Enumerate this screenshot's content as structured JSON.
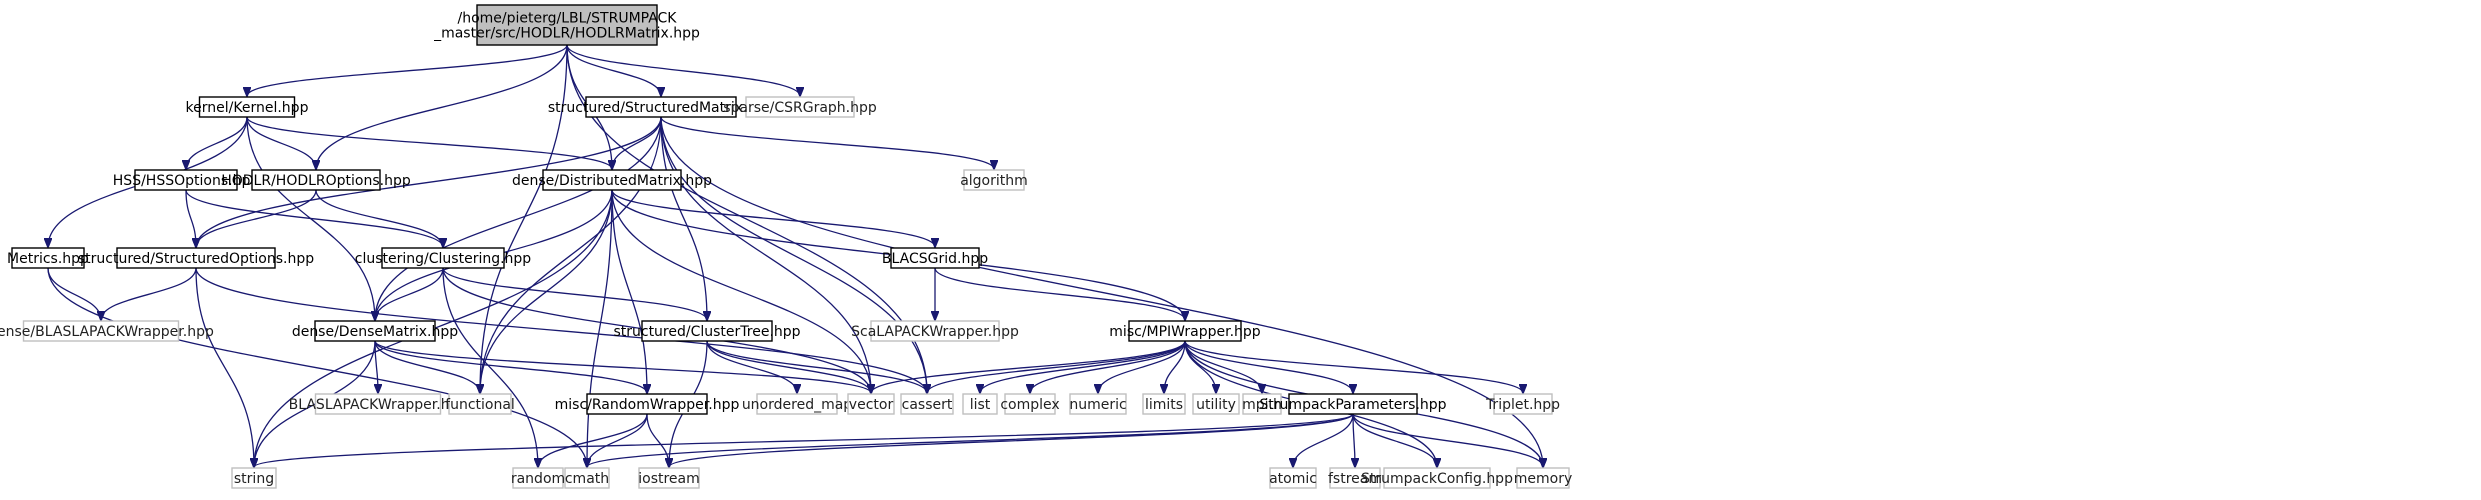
{
  "colors": {
    "edge": "#191970",
    "root_fill": "#bfbfbf",
    "ext_border": "#bfbfbf",
    "border": "#000000"
  },
  "nodes": [
    {
      "id": "root",
      "lines": [
        "/home/pieterg/LBL/STRUMPACK",
        "_master/src/HODLR/HODLRMatrix.hpp"
      ],
      "kind": "root"
    },
    {
      "id": "kernel",
      "lines": [
        "kernel/Kernel.hpp"
      ],
      "kind": "file"
    },
    {
      "id": "structured",
      "lines": [
        "structured/StructuredMatrix.hpp"
      ],
      "kind": "file"
    },
    {
      "id": "csrgraph",
      "lines": [
        "sparse/CSRGraph.hpp"
      ],
      "kind": "ext"
    },
    {
      "id": "metrics",
      "lines": [
        "Metrics.hpp"
      ],
      "kind": "file"
    },
    {
      "id": "hssopt",
      "lines": [
        "HSS/HSSOptions.hpp"
      ],
      "kind": "file"
    },
    {
      "id": "hodlropt",
      "lines": [
        "HODLR/HODLROptions.hpp"
      ],
      "kind": "file"
    },
    {
      "id": "distmat",
      "lines": [
        "dense/DistributedMatrix.hpp"
      ],
      "kind": "file"
    },
    {
      "id": "algorithm",
      "lines": [
        "algorithm"
      ],
      "kind": "ext"
    },
    {
      "id": "structopt",
      "lines": [
        "structured/StructuredOptions.hpp"
      ],
      "kind": "file"
    },
    {
      "id": "clustering",
      "lines": [
        "clustering/Clustering.hpp"
      ],
      "kind": "file"
    },
    {
      "id": "blacsgrid",
      "lines": [
        "BLACSGrid.hpp"
      ],
      "kind": "file"
    },
    {
      "id": "blaslapackdense",
      "lines": [
        "dense/BLASLAPACKWrapper.hpp"
      ],
      "kind": "ext"
    },
    {
      "id": "densemat",
      "lines": [
        "dense/DenseMatrix.hpp"
      ],
      "kind": "file"
    },
    {
      "id": "clustertree",
      "lines": [
        "structured/ClusterTree.hpp"
      ],
      "kind": "file"
    },
    {
      "id": "scalapack",
      "lines": [
        "ScaLAPACKWrapper.hpp"
      ],
      "kind": "ext"
    },
    {
      "id": "mpiwrapper",
      "lines": [
        "misc/MPIWrapper.hpp"
      ],
      "kind": "file"
    },
    {
      "id": "blaslapack",
      "lines": [
        "BLASLAPACKWrapper.hpp"
      ],
      "kind": "ext"
    },
    {
      "id": "functional",
      "lines": [
        "functional"
      ],
      "kind": "ext"
    },
    {
      "id": "randomwrapper",
      "lines": [
        "misc/RandomWrapper.hpp"
      ],
      "kind": "file"
    },
    {
      "id": "unordered_map",
      "lines": [
        "unordered_map"
      ],
      "kind": "ext"
    },
    {
      "id": "vector",
      "lines": [
        "vector"
      ],
      "kind": "ext"
    },
    {
      "id": "cassert",
      "lines": [
        "cassert"
      ],
      "kind": "ext"
    },
    {
      "id": "list",
      "lines": [
        "list"
      ],
      "kind": "ext"
    },
    {
      "id": "complex",
      "lines": [
        "complex"
      ],
      "kind": "ext"
    },
    {
      "id": "numeric",
      "lines": [
        "numeric"
      ],
      "kind": "ext"
    },
    {
      "id": "limits",
      "lines": [
        "limits"
      ],
      "kind": "ext"
    },
    {
      "id": "utility",
      "lines": [
        "utility"
      ],
      "kind": "ext"
    },
    {
      "id": "mpih",
      "lines": [
        "mpi.h"
      ],
      "kind": "ext"
    },
    {
      "id": "strumparams",
      "lines": [
        "StrumpackParameters.hpp"
      ],
      "kind": "file"
    },
    {
      "id": "triplet",
      "lines": [
        "Triplet.hpp"
      ],
      "kind": "ext"
    },
    {
      "id": "string",
      "lines": [
        "string"
      ],
      "kind": "ext"
    },
    {
      "id": "random",
      "lines": [
        "random"
      ],
      "kind": "ext"
    },
    {
      "id": "cmath",
      "lines": [
        "cmath"
      ],
      "kind": "ext"
    },
    {
      "id": "iostream",
      "lines": [
        "iostream"
      ],
      "kind": "ext"
    },
    {
      "id": "atomic",
      "lines": [
        "atomic"
      ],
      "kind": "ext"
    },
    {
      "id": "fstream",
      "lines": [
        "fstream"
      ],
      "kind": "ext"
    },
    {
      "id": "strumconfig",
      "lines": [
        "StrumpackConfig.hpp"
      ],
      "kind": "ext"
    },
    {
      "id": "memory",
      "lines": [
        "memory"
      ],
      "kind": "ext"
    }
  ],
  "edges": [
    [
      "root",
      "kernel"
    ],
    [
      "root",
      "structured"
    ],
    [
      "root",
      "csrgraph"
    ],
    [
      "root",
      "hodlropt"
    ],
    [
      "root",
      "distmat"
    ],
    [
      "root",
      "cassert"
    ],
    [
      "root",
      "functional"
    ],
    [
      "kernel",
      "metrics"
    ],
    [
      "kernel",
      "hssopt"
    ],
    [
      "kernel",
      "hodlropt"
    ],
    [
      "kernel",
      "distmat"
    ],
    [
      "kernel",
      "densemat"
    ],
    [
      "structured",
      "distmat"
    ],
    [
      "structured",
      "densemat"
    ],
    [
      "structured",
      "structopt"
    ],
    [
      "structured",
      "clustertree"
    ],
    [
      "structured",
      "algorithm"
    ],
    [
      "structured",
      "vector"
    ],
    [
      "structured",
      "cassert"
    ],
    [
      "structured",
      "memory"
    ],
    [
      "structured",
      "functional"
    ],
    [
      "metrics",
      "blaslapackdense"
    ],
    [
      "metrics",
      "cmath"
    ],
    [
      "hssopt",
      "structopt"
    ],
    [
      "hssopt",
      "clustering"
    ],
    [
      "hodlropt",
      "structopt"
    ],
    [
      "hodlropt",
      "clustering"
    ],
    [
      "distmat",
      "densemat"
    ],
    [
      "distmat",
      "blacsgrid"
    ],
    [
      "distmat",
      "mpiwrapper"
    ],
    [
      "distmat",
      "randomwrapper"
    ],
    [
      "distmat",
      "vector"
    ],
    [
      "distmat",
      "string"
    ],
    [
      "distmat",
      "cmath"
    ],
    [
      "distmat",
      "functional"
    ],
    [
      "structopt",
      "blaslapackdense"
    ],
    [
      "structopt",
      "string"
    ],
    [
      "structopt",
      "cassert"
    ],
    [
      "clustering",
      "densemat"
    ],
    [
      "clustering",
      "clustertree"
    ],
    [
      "clustering",
      "vector"
    ],
    [
      "clustering",
      "random"
    ],
    [
      "blacsgrid",
      "scalapack"
    ],
    [
      "blacsgrid",
      "mpiwrapper"
    ],
    [
      "densemat",
      "blaslapack"
    ],
    [
      "densemat",
      "functional"
    ],
    [
      "densemat",
      "randomwrapper"
    ],
    [
      "densemat",
      "string"
    ],
    [
      "densemat",
      "vector"
    ],
    [
      "clustertree",
      "unordered_map"
    ],
    [
      "clustertree",
      "vector"
    ],
    [
      "clustertree",
      "cassert"
    ],
    [
      "clustertree",
      "iostream"
    ],
    [
      "mpiwrapper",
      "vector"
    ],
    [
      "mpiwrapper",
      "cassert"
    ],
    [
      "mpiwrapper",
      "list"
    ],
    [
      "mpiwrapper",
      "complex"
    ],
    [
      "mpiwrapper",
      "numeric"
    ],
    [
      "mpiwrapper",
      "limits"
    ],
    [
      "mpiwrapper",
      "utility"
    ],
    [
      "mpiwrapper",
      "mpih"
    ],
    [
      "mpiwrapper",
      "strumparams"
    ],
    [
      "mpiwrapper",
      "triplet"
    ],
    [
      "mpiwrapper",
      "memory"
    ],
    [
      "mpiwrapper",
      "strumconfig"
    ],
    [
      "randomwrapper",
      "random"
    ],
    [
      "randomwrapper",
      "cmath"
    ],
    [
      "randomwrapper",
      "iostream"
    ],
    [
      "strumparams",
      "string"
    ],
    [
      "strumparams",
      "cmath"
    ],
    [
      "strumparams",
      "iostream"
    ],
    [
      "strumparams",
      "atomic"
    ],
    [
      "strumparams",
      "fstream"
    ],
    [
      "strumparams",
      "strumconfig"
    ],
    [
      "strumparams",
      "memory"
    ]
  ]
}
